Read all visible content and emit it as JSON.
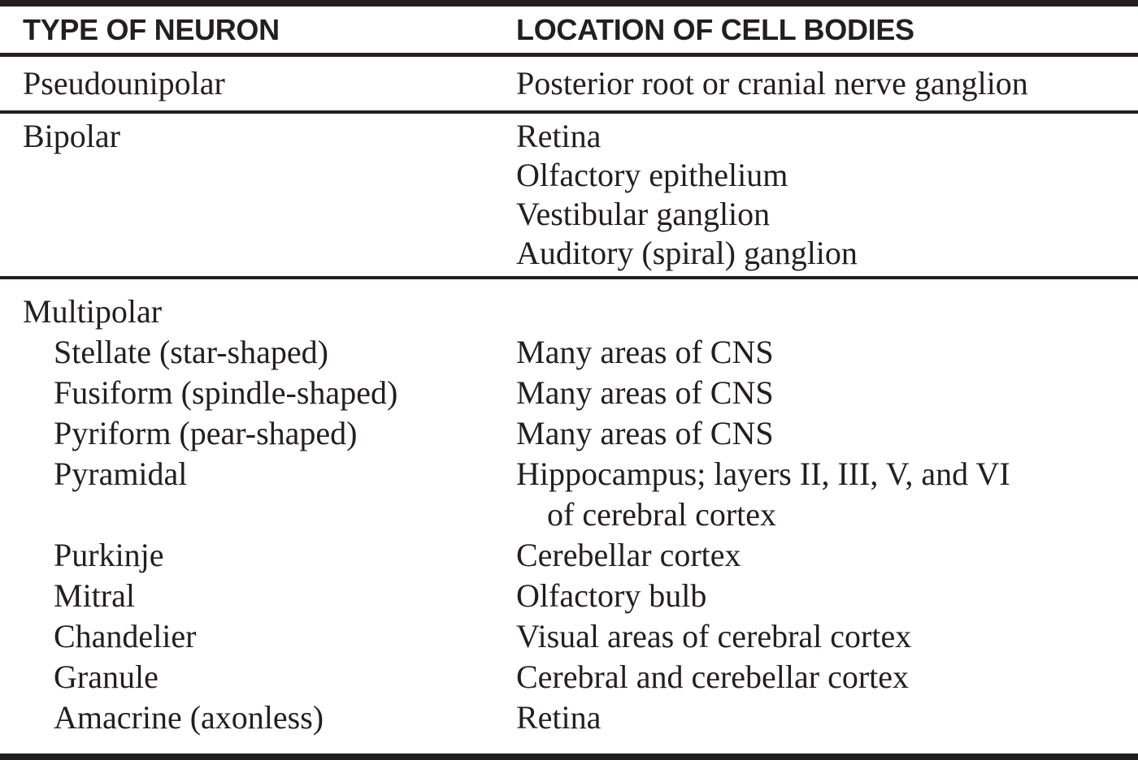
{
  "colors": {
    "text": "#231f20",
    "rule": "#231f20",
    "background": "#ffffff"
  },
  "table": {
    "header": {
      "type_col": "TYPE OF NEURON",
      "location_col": "LOCATION OF CELL BODIES"
    },
    "sections": [
      {
        "rows": [
          {
            "type": "Pseudounipolar",
            "indent": false,
            "locations": [
              {
                "text": "Posterior root or cranial nerve ganglion"
              }
            ]
          }
        ]
      },
      {
        "rows": [
          {
            "type": "Bipolar",
            "indent": false,
            "locations": [
              {
                "text": "Retina"
              },
              {
                "text": "Olfactory epithelium"
              },
              {
                "text": "Vestibular ganglion"
              },
              {
                "text": "Auditory (spiral) ganglion"
              }
            ]
          }
        ]
      },
      {
        "rows": [
          {
            "type": "Multipolar",
            "indent": false,
            "locations": []
          },
          {
            "type": "Stellate (star-shaped)",
            "indent": true,
            "locations": [
              {
                "text": "Many areas of CNS"
              }
            ]
          },
          {
            "type": "Fusiform (spindle-shaped)",
            "indent": true,
            "locations": [
              {
                "text": "Many areas of CNS"
              }
            ]
          },
          {
            "type": "Pyriform (pear-shaped)",
            "indent": true,
            "locations": [
              {
                "text": "Many areas of CNS"
              }
            ]
          },
          {
            "type": "Pyramidal",
            "indent": true,
            "locations": [
              {
                "text": "Hippocampus; layers II, III, V, and VI"
              },
              {
                "text": "of cerebral cortex",
                "continuation": true
              }
            ]
          },
          {
            "type": "Purkinje",
            "indent": true,
            "locations": [
              {
                "text": "Cerebellar cortex"
              }
            ]
          },
          {
            "type": "Mitral",
            "indent": true,
            "locations": [
              {
                "text": "Olfactory bulb"
              }
            ]
          },
          {
            "type": "Chandelier",
            "indent": true,
            "locations": [
              {
                "text": "Visual areas of cerebral cortex"
              }
            ]
          },
          {
            "type": "Granule",
            "indent": true,
            "locations": [
              {
                "text": "Cerebral and cerebellar cortex"
              }
            ]
          },
          {
            "type": "Amacrine (axonless)",
            "indent": true,
            "locations": [
              {
                "text": "Retina"
              }
            ]
          }
        ]
      }
    ]
  }
}
